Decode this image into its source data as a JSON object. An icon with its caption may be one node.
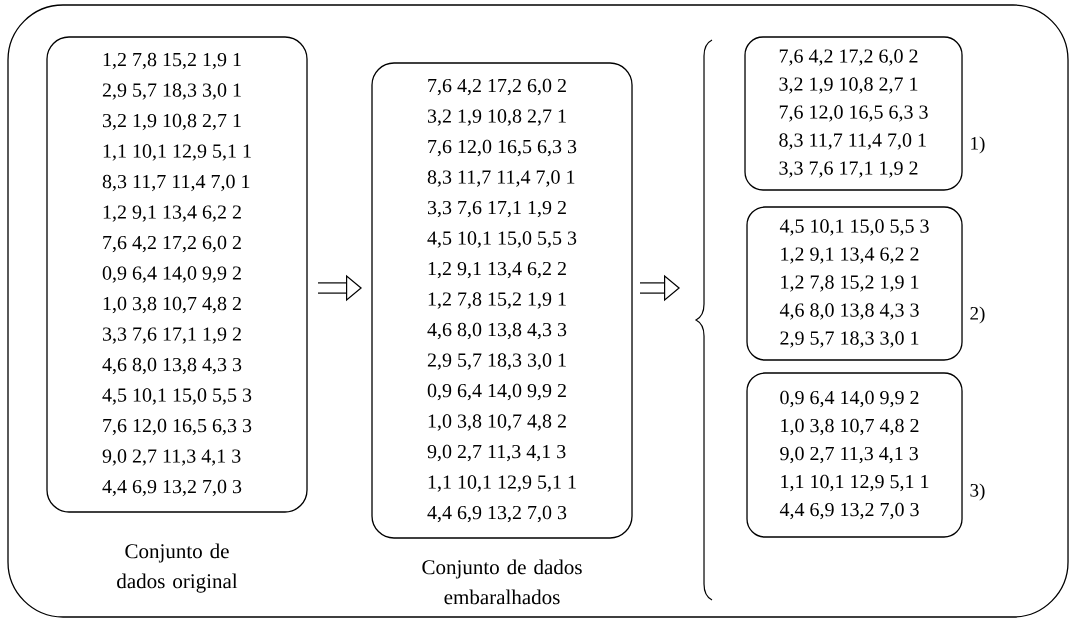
{
  "diagram": {
    "nodes": [
      {
        "text": [],
        "shape": "box"
      },
      {
        "text": [
          "1,2 7,8 15,2 1,9 1",
          "2,9 5,7 18,3 3,0 1",
          "3,2 1,9 10,8 2,7 1",
          "1,1 10,1 12,9 5,1 1",
          "8,3 11,7 11,4 7,0 1",
          "1,2 9,1 13,4 6,2 2",
          "7,6 4,2 17,2 6,0 2",
          "0,9 6,4 14,0 9,9 2",
          "1,0 3,8 10,7 4,8 2",
          "3,3 7,6 17,1 1,9 2",
          "4,6 8,0 13,8 4,3 3",
          "4,5 10,1 15,0 5,5 3",
          "7,6 12,0 16,5 6,3 3",
          "9,0 2,7 11,3 4,1 3",
          "4,4 6,9 13,2 7,0 3"
        ],
        "beside": [
          "Conjunto de dados original"
        ],
        "in": 0
      },
      {
        "text": [
          "7,6 4,2 17,2 6,0 2",
          "3,2 1,9 10,8 2,7 1",
          "7,6 12,0 16,5 6,3 3",
          "8,3 11,7 11,4 7,0 1",
          "3,3 7,6 17,1 1,9 2",
          "4,5 10,1 15,0 5,5 3",
          "1,2 9,1 13,4 6,2 2",
          "1,2 7,8 15,2 1,9 1",
          "4,6 8,0 13,8 4,3 3",
          "2,9 5,7 18,3 3,0 1",
          "0,9 6,4 14,0 9,9 2",
          "1,0 3,8 10,7 4,8 2",
          "9,0 2,7 11,3 4,1 3",
          "1,1 10,1 12,9 5,1 1",
          "4,4 6,9 13,2 7,0 3"
        ],
        "beside": [
          "Conjunto de dados embaralhados"
        ],
        "in": 0
      },
      {
        "text": [
          "7,6 4,2 17,2 6,0 2",
          "3,2 1,9 10,8 2,7 1",
          "7,6 12,0 16,5 6,3 3",
          "8,3 11,7 11,4 7,0 1",
          "3,3 7,6 17,1 1,9 2"
        ],
        "beside": [
          "1)"
        ],
        "in": 0
      },
      {
        "text": [
          "4,5 10,1 15,0 5,5 3",
          "1,2 9,1 13,4 6,2 2",
          "1,2 7,8 15,2 1,9 1",
          "4,6 8,0 13,8 4,3 3",
          "2,9 5,7 18,3 3,0 1"
        ],
        "beside": [
          "2)"
        ],
        "in": 0
      },
      {
        "text": [
          "0,9 6,4 14,0 9,9 2",
          "1,0 3,8 10,7 4,8 2",
          "9,0 2,7 11,3 4,1 3",
          "1,1 10,1 12,9 5,1 1",
          "4,4 6,9 13,2 7,0 3"
        ],
        "beside": [
          "3)"
        ],
        "in": 0
      }
    ],
    "edges": [
      {
        "from": 1,
        "to": 2,
        "arrow": "to"
      },
      {
        "from": 2,
        "to": null,
        "arrow": "to"
      }
    ]
  }
}
